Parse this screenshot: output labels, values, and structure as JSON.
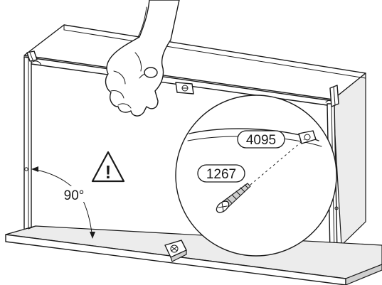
{
  "annotations": {
    "angle_label": "90°",
    "warning_symbol": "!",
    "part_code_upper": "4095",
    "part_code_lower": "1267"
  },
  "colors": {
    "line": "#1a1a1a",
    "background": "#ffffff",
    "shade": "#cfcfcf"
  },
  "icons": [
    "warning-triangle-icon",
    "hand-icon",
    "screw-icon",
    "bracket-icon"
  ]
}
